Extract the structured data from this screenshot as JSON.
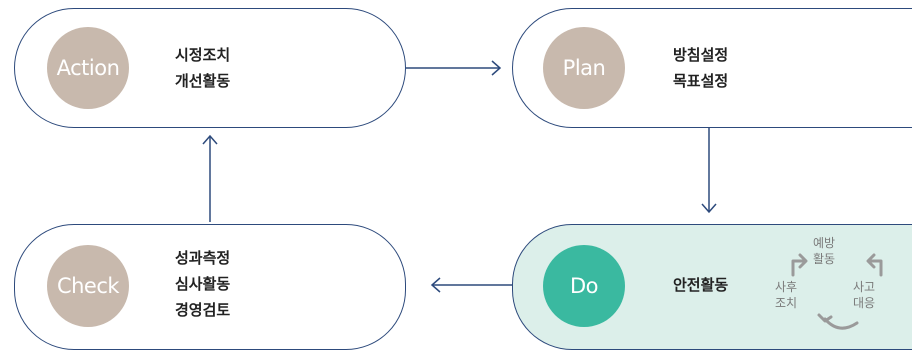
{
  "colors": {
    "border": "#2d4a7c",
    "circle_default": "#c8b9ad",
    "circle_do": "#3ab9a0",
    "do_fill": "#dcefea",
    "cycle_gray": "#9a9a9a"
  },
  "stages": {
    "action": {
      "title": "Action",
      "lines": [
        "시정조치",
        "개선활동"
      ]
    },
    "plan": {
      "title": "Plan",
      "lines": [
        "방침설정",
        "목표설정"
      ]
    },
    "do": {
      "title": "Do",
      "lines": [
        "안전활동"
      ]
    },
    "check": {
      "title": "Check",
      "lines": [
        "성과측정",
        "심사활동",
        "경영검토"
      ]
    }
  },
  "cycle": {
    "top": [
      "예방",
      "활동"
    ],
    "left": [
      "사후",
      "조치"
    ],
    "right": [
      "사고",
      "대응"
    ]
  }
}
